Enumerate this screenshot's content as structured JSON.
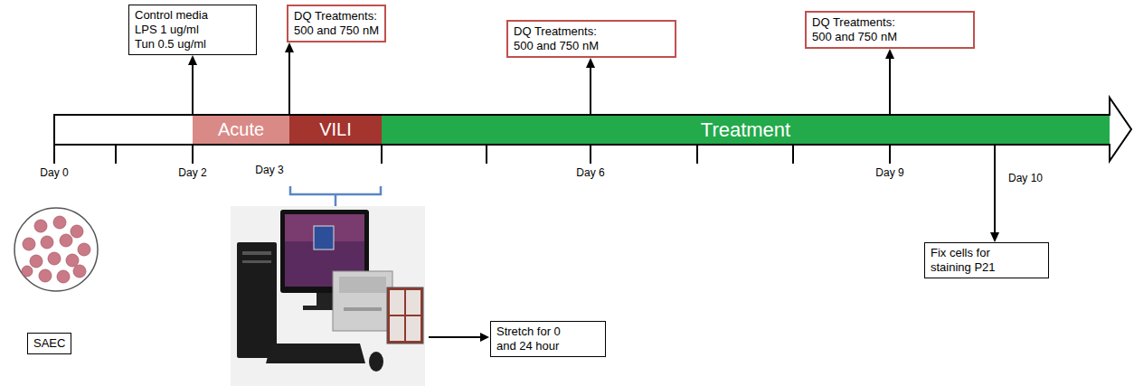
{
  "diagram": {
    "nodes": [
      {
        "text": [
          "Control media",
          "LPS 1 ug/ml",
          "Tun 0.5 ug/ml"
        ]
      },
      {
        "text": [
          "DQ Treatments:",
          "500 and 750 nM"
        ]
      },
      {
        "text": [
          "DQ Treatments:",
          "500 and 750 nM"
        ]
      },
      {
        "text": [
          "DQ Treatments:",
          "500 and 750 nM"
        ]
      },
      {
        "text": [
          "Acute"
        ]
      },
      {
        "text": [
          "VILI"
        ]
      },
      {
        "text": [
          "Treatment"
        ]
      },
      {
        "text": [
          "Stretch for 0 and 24 hour"
        ]
      },
      {
        "text": [
          "Fix cells for staining P21"
        ]
      },
      {
        "text": [
          "SAEC"
        ]
      }
    ],
    "edges": [
      {
        "from": 4,
        "to": 0,
        "arrow": "to"
      },
      {
        "from": 5,
        "to": 1,
        "arrow": "to"
      },
      {
        "from": 6,
        "to": 2,
        "arrow": "to"
      },
      {
        "from": 6,
        "to": 3,
        "arrow": "to"
      },
      {
        "from": 6,
        "to": 8,
        "arrow": "to"
      }
    ],
    "labels": [
      "Day 0",
      "Day 2",
      "Day 3",
      "Day 6",
      "Day 9",
      "Day 10"
    ]
  }
}
